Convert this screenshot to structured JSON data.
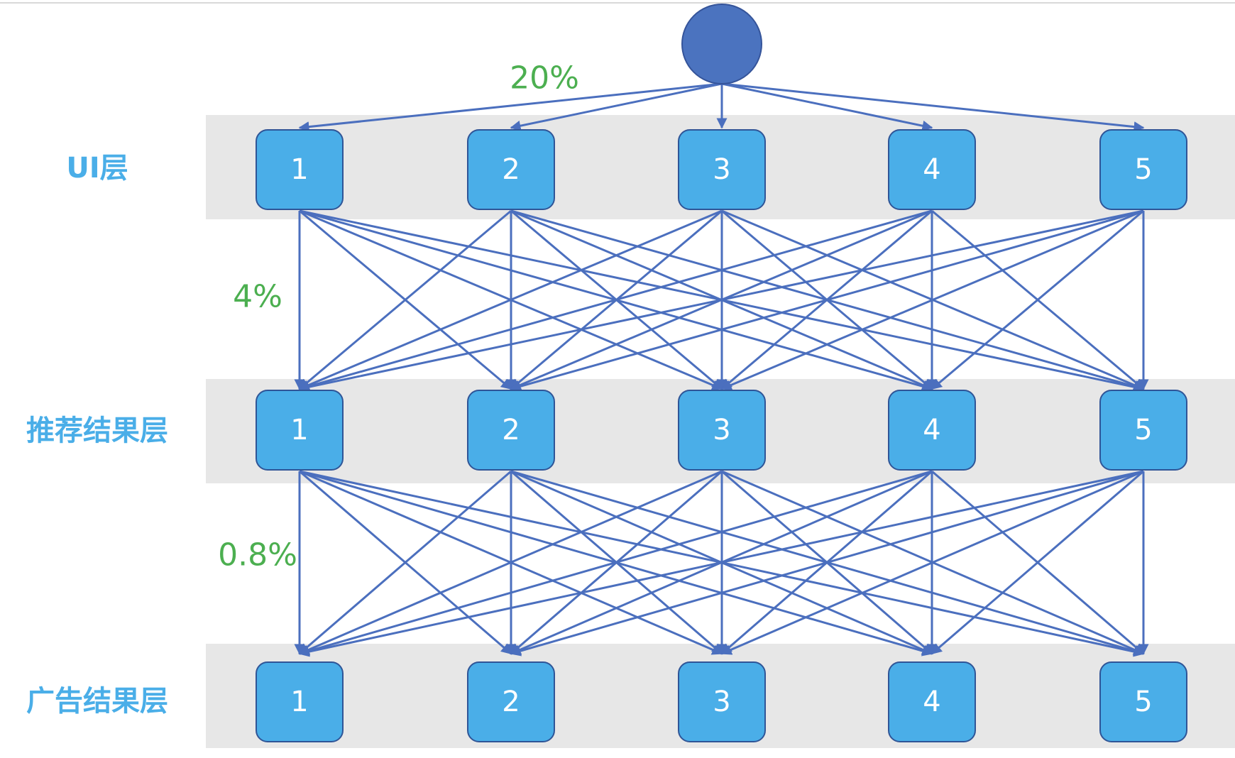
{
  "colors": {
    "band": "#e7e7e7",
    "edge": "#4b6fbe",
    "root": "#4b73bf",
    "node_fill": "#4aaee8",
    "node_border": "#2f5597",
    "layer_label": "#4aaee8",
    "percent_label": "#4caf50"
  },
  "layers": [
    {
      "label": "UI层",
      "nodes": [
        "1",
        "2",
        "3",
        "4",
        "5"
      ]
    },
    {
      "label": "推荐结果层",
      "nodes": [
        "1",
        "2",
        "3",
        "4",
        "5"
      ]
    },
    {
      "label": "广告结果层",
      "nodes": [
        "1",
        "2",
        "3",
        "4",
        "5"
      ]
    }
  ],
  "percentages": [
    "20%",
    "4%",
    "0.8%"
  ]
}
